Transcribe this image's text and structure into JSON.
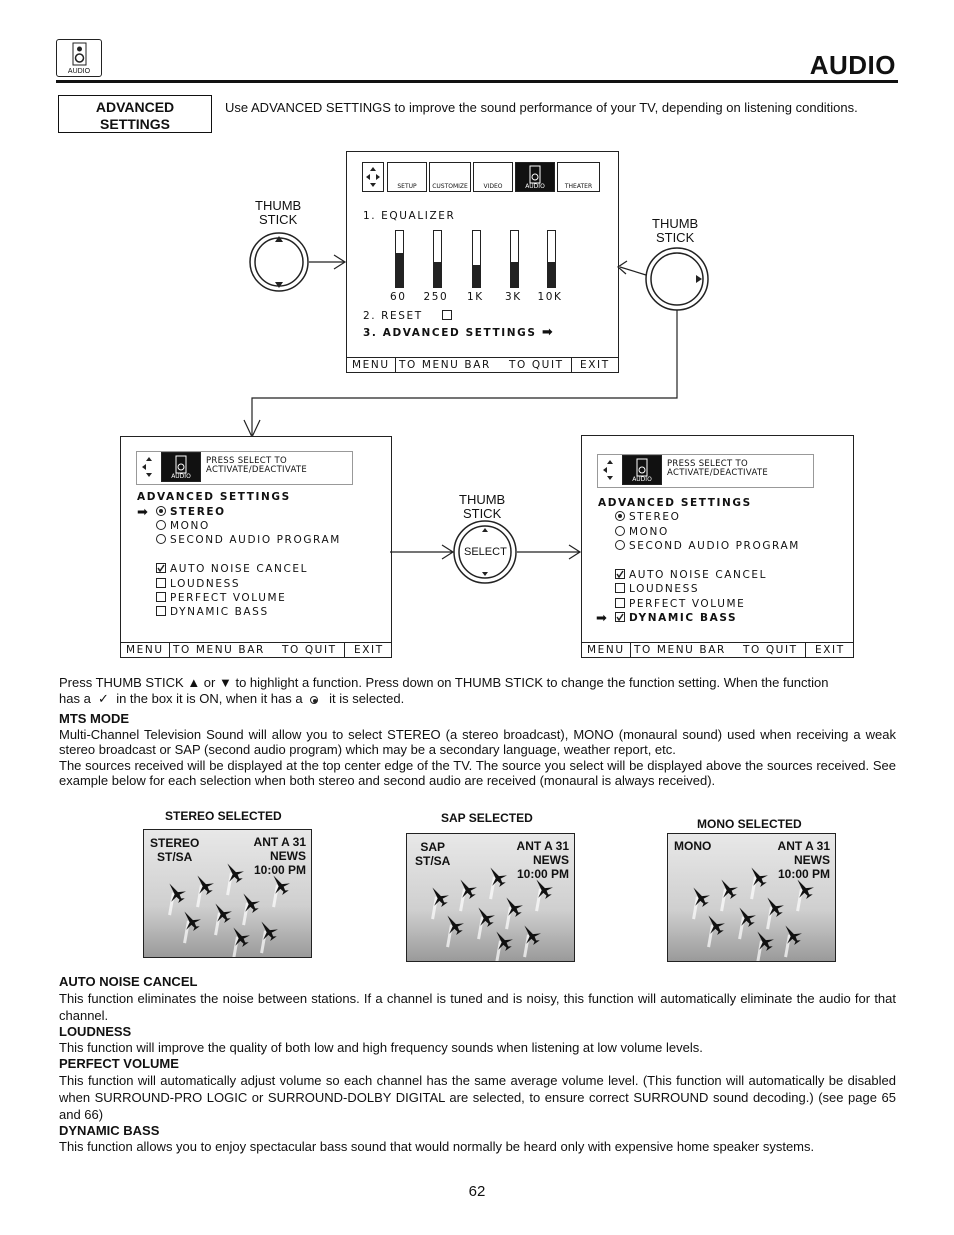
{
  "header": {
    "icon_label": "AUDIO",
    "title": "AUDIO"
  },
  "section": {
    "label": "ADVANCED SETTINGS",
    "intro": "Use ADVANCED SETTINGS to improve the sound performance of your TV, depending on listening conditions."
  },
  "screen1": {
    "tabs": [
      "SETUP",
      "CUSTOMIZE",
      "VIDEO",
      "AUDIO",
      "THEATER"
    ],
    "equalizer_label": "1. EQUALIZER",
    "bands": [
      "60",
      "250",
      "1K",
      "3K",
      "10K"
    ],
    "band_levels": [
      0.6,
      0.45,
      0.4,
      0.45,
      0.45
    ],
    "reset_label": "2. RESET",
    "advanced_label": "3. ADVANCED SETTINGS"
  },
  "footer": {
    "menu": "MENU",
    "to_menu_bar": "TO MENU BAR",
    "to_quit": "TO QUIT",
    "exit": "EXIT"
  },
  "thumb": {
    "label1": "THUMB",
    "label2": "STICK",
    "select": "SELECT"
  },
  "screen2": {
    "tab": "AUDIO",
    "hint1": "PRESS SELECT TO",
    "hint2": "ACTIVATE/DEACTIVATE",
    "heading": "ADVANCED SETTINGS",
    "stereo": "STEREO",
    "mono": "MONO",
    "sap": "SECOND AUDIO PROGRAM",
    "anc": "AUTO NOISE CANCEL",
    "loudness": "LOUDNESS",
    "pv": "PERFECT VOLUME",
    "db": "DYNAMIC BASS"
  },
  "body": {
    "instr1": "Press THUMB STICK ▲ or ▼ to highlight a function. Press down on THUMB STICK to change the function setting. When the function",
    "instr2a": "has a",
    "instr2b": "in  the box it is ON, when it has a",
    "instr2c": "it is selected.",
    "mts_h": "MTS MODE",
    "mts_p1": "Multi-Channel Television Sound will allow you to select STEREO (a stereo broadcast), MONO (monaural sound) used when receiving a weak stereo broadcast or SAP (second audio program) which may be a secondary language, weather report, etc.",
    "mts_p2": "The sources received will be displayed at the top center edge of the TV.  The source you select will be displayed above the sources received.  See example below for each selection when both stereo and second audio are received (monaural is always received).",
    "anc_h": "AUTO NOISE CANCEL",
    "anc_p": "This function eliminates the noise between stations. If a channel is tuned and is noisy, this function will automatically eliminate the audio for that channel.",
    "loud_h": "LOUDNESS",
    "loud_p": "This function will improve the quality of both low and high frequency sounds when listening at low volume levels.",
    "pv_h": "PERFECT VOLUME",
    "pv_p": "This function will automatically adjust volume so each channel has the same average volume level. (This function will automatically be disabled when SURROUND-PRO LOGIC or SURROUND-DOLBY DIGITAL are selected, to ensure correct SURROUND sound decoding.) (see page 65 and 66)",
    "db_h": "DYNAMIC BASS",
    "db_p": "This function allows you to enjoy spectacular bass sound that would normally be heard only with expensive home speaker systems."
  },
  "examples": [
    {
      "caption": "STEREO SELECTED",
      "left1": "STEREO",
      "left2": "ST/SA",
      "r1": "ANT A 31",
      "r2": "NEWS",
      "r3": "10:00 PM"
    },
    {
      "caption": "SAP SELECTED",
      "left1": "SAP",
      "left2": "ST/SA",
      "r1": "ANT A 31",
      "r2": "NEWS",
      "r3": "10:00 PM"
    },
    {
      "caption": "MONO SELECTED",
      "left1": "MONO",
      "left2": "",
      "r1": "ANT A 31",
      "r2": "NEWS",
      "r3": "10:00 PM"
    }
  ],
  "page_number": "62"
}
